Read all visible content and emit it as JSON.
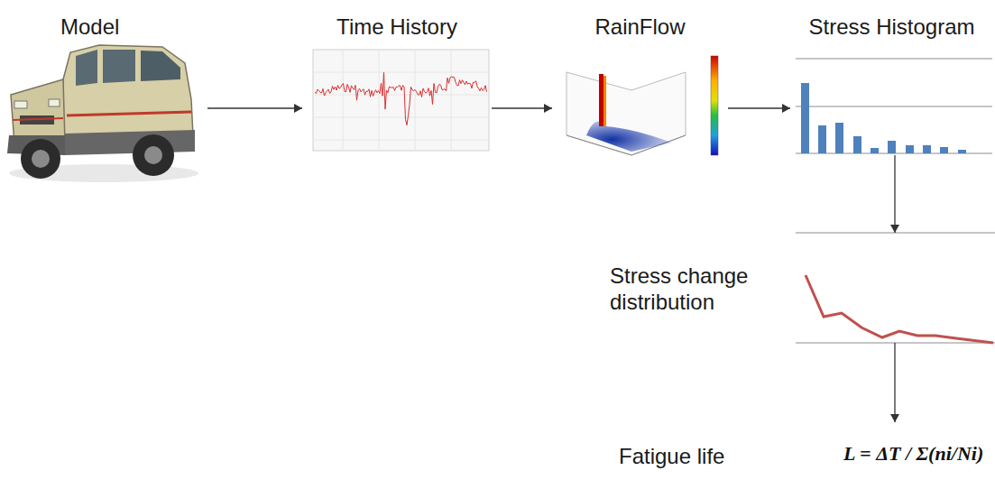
{
  "diagram": {
    "nodes": [
      {
        "text": [
          "Model"
        ]
      },
      {
        "text": [
          "Time History"
        ]
      },
      {
        "text": [
          "RainFlow"
        ]
      },
      {
        "text": [
          "Stress Histogram"
        ]
      },
      {
        "text": [
          "Stress change distribution"
        ]
      },
      {
        "text": [
          "Fatigue life"
        ]
      }
    ],
    "edges": [
      {
        "from": 0,
        "to": 1,
        "arrow": "to"
      },
      {
        "from": 1,
        "to": 2,
        "arrow": "to"
      },
      {
        "from": 2,
        "to": 3,
        "arrow": "to"
      },
      {
        "from": 3,
        "to": 4,
        "arrow": "to"
      },
      {
        "from": 4,
        "to": 5,
        "arrow": "to"
      }
    ],
    "labels": [
      "L = ΔT / Σ(ni/Ni)"
    ]
  }
}
